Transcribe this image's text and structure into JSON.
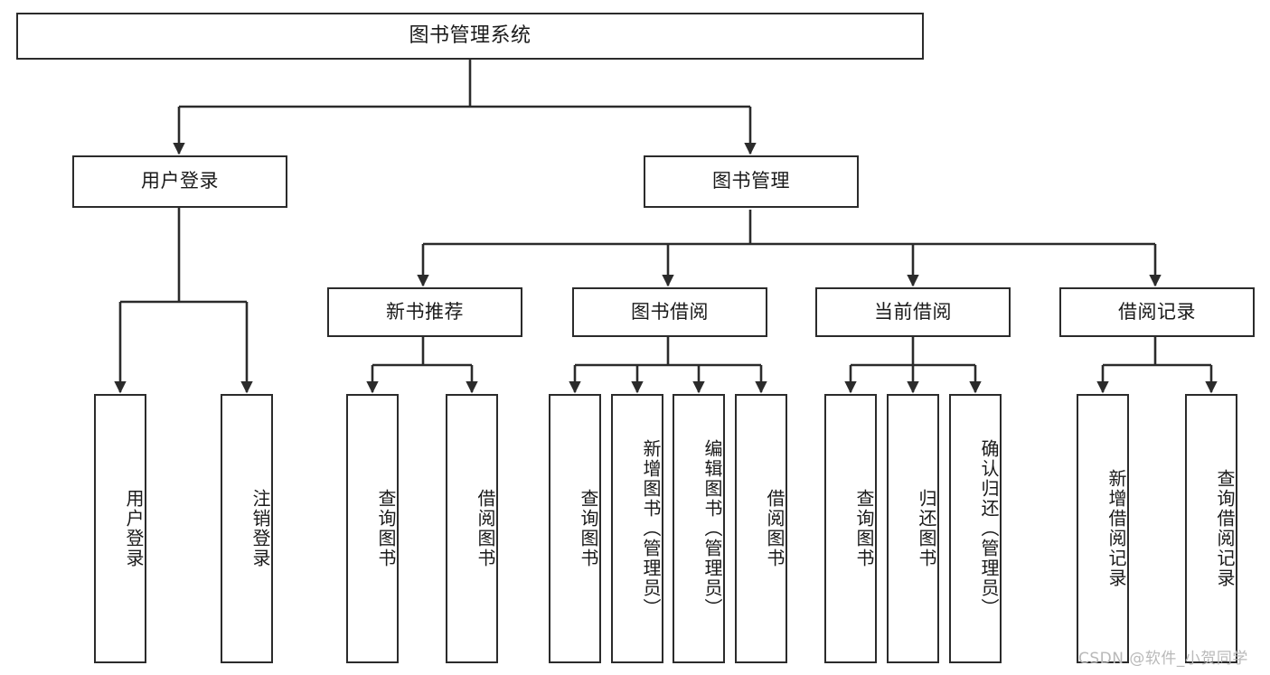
{
  "diagram": {
    "title": "图书管理系统",
    "type": "hierarchy-tree",
    "root": {
      "id": "root",
      "label": "图书管理系统"
    },
    "level2": [
      {
        "id": "user-login",
        "label": "用户登录"
      },
      {
        "id": "book-manage",
        "label": "图书管理"
      }
    ],
    "level3": [
      {
        "id": "new-book-recommend",
        "label": "新书推荐"
      },
      {
        "id": "book-borrow",
        "label": "图书借阅"
      },
      {
        "id": "current-borrow",
        "label": "当前借阅"
      },
      {
        "id": "borrow-record",
        "label": "借阅记录"
      }
    ],
    "leaves": {
      "user_login": [
        {
          "id": "leaf-user-login",
          "label": "用户登录"
        },
        {
          "id": "leaf-logout-login",
          "label": "注销登录"
        }
      ],
      "new_book_recommend": [
        {
          "id": "leaf-query-book-1",
          "label": "查询图书"
        },
        {
          "id": "leaf-borrow-book-1",
          "label": "借阅图书"
        }
      ],
      "book_borrow": [
        {
          "id": "leaf-query-book-2",
          "label": "查询图书"
        },
        {
          "id": "leaf-add-book",
          "label": "新增图书（管理员）"
        },
        {
          "id": "leaf-edit-book",
          "label": "编辑图书（管理员）"
        },
        {
          "id": "leaf-borrow-book-2",
          "label": "借阅图书"
        }
      ],
      "current_borrow": [
        {
          "id": "leaf-query-book-3",
          "label": "查询图书"
        },
        {
          "id": "leaf-return-book",
          "label": "归还图书"
        },
        {
          "id": "leaf-confirm-return",
          "label": "确认归还（管理员）"
        }
      ],
      "borrow_record": [
        {
          "id": "leaf-add-record",
          "label": "新增借阅记录"
        },
        {
          "id": "leaf-query-record",
          "label": "查询借阅记录"
        }
      ]
    },
    "watermark": "CSDN @软件_小贺同学",
    "colors": {
      "stroke": "#2b2b2b",
      "fill": "#ffffff",
      "text": "#1a1a1a",
      "watermark": "#b9b9b9"
    }
  }
}
